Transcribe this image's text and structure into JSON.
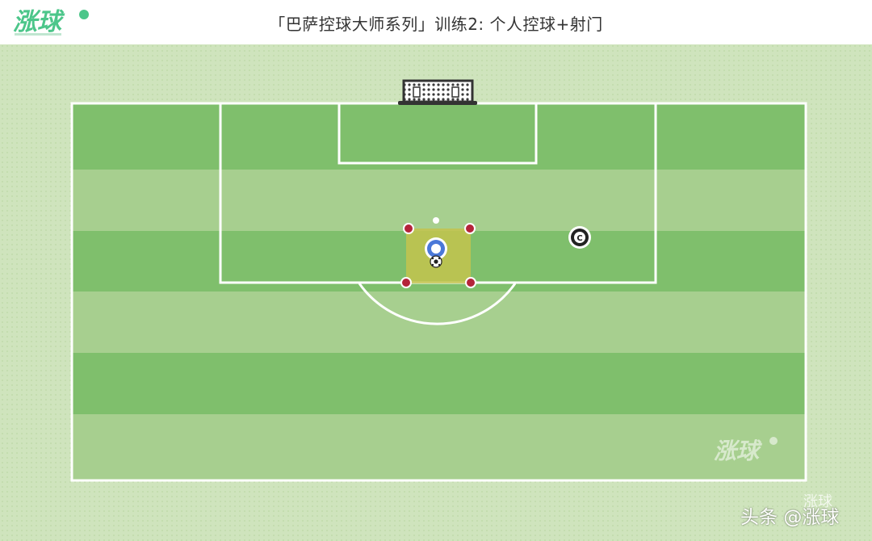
{
  "header": {
    "title": "「巴萨控球大师系列」训练2: 个人控球+射门",
    "logo_text": "涨球"
  },
  "diagram": {
    "captain_badge": "C",
    "field_watermark": "涨球"
  },
  "watermark": {
    "platform": "头条",
    "author": "@涨球",
    "faint": "涨球"
  },
  "colors": {
    "brand": "#4cc68a",
    "pitch_dark": "#7fbf6c",
    "pitch_light": "#a7cf8f",
    "line": "#ffffff",
    "square": "#c3c34d",
    "cone": "#b4243a",
    "player": "#4a78d8"
  }
}
